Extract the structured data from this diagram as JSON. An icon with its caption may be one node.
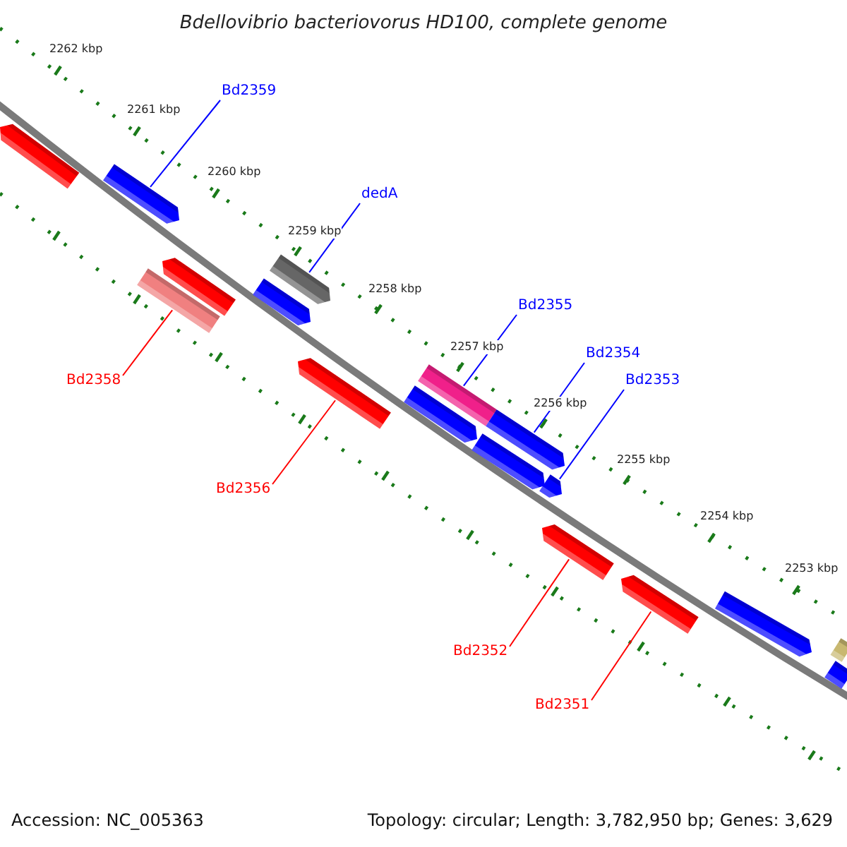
{
  "diagram": {
    "title": "Bdellovibrio bacteriovorus HD100, complete genome",
    "nodes": [
      {
        "text": [
          "Bd2359"
        ]
      },
      {
        "text": [],
        "shape": "bar"
      },
      {
        "text": [
          "dedA"
        ]
      },
      {
        "text": [],
        "shape": "bar"
      },
      {
        "text": [
          "Bd2355"
        ]
      },
      {
        "text": [],
        "shape": "bar"
      },
      {
        "text": [
          "Bd2354"
        ]
      },
      {
        "text": [],
        "shape": "bar"
      },
      {
        "text": [
          "Bd2353"
        ]
      },
      {
        "text": [],
        "shape": "bar"
      },
      {
        "text": [
          "Bd2358"
        ]
      },
      {
        "text": [],
        "shape": "bar"
      },
      {
        "text": [
          "Bd2356"
        ]
      },
      {
        "text": [],
        "shape": "bar"
      },
      {
        "text": [
          "Bd2352"
        ]
      },
      {
        "text": [],
        "shape": "bar"
      },
      {
        "text": [
          "Bd2351"
        ]
      },
      {
        "text": [],
        "shape": "bar"
      },
      {
        "text": [],
        "shape": "bar"
      },
      {
        "text": [],
        "shape": "bar"
      },
      {
        "text": [],
        "shape": "bar"
      },
      {
        "text": [],
        "shape": "bar"
      },
      {
        "text": [],
        "shape": "bar"
      },
      {
        "text": [],
        "shape": "bar"
      },
      {
        "text": [],
        "shape": "bar"
      },
      {
        "text": [],
        "shape": "bar"
      }
    ],
    "edges": [
      {
        "from": 0,
        "to": 1,
        "arrow": "none"
      },
      {
        "from": 2,
        "to": 3,
        "arrow": "none"
      },
      {
        "from": 4,
        "to": 5,
        "arrow": "none"
      },
      {
        "from": 6,
        "to": 7,
        "arrow": "none"
      },
      {
        "from": 8,
        "to": 9,
        "arrow": "none"
      },
      {
        "from": 10,
        "to": 11,
        "arrow": "none",
        "color": "#ff0000"
      },
      {
        "from": 12,
        "to": 13,
        "arrow": "none",
        "color": "#ff0000"
      },
      {
        "from": 14,
        "to": 15,
        "arrow": "none",
        "color": "#ff0000"
      },
      {
        "from": 16,
        "to": 17,
        "arrow": "none",
        "color": "#ff0000"
      }
    ],
    "labels": [
      "2262 kbp",
      "2261 kbp",
      "2260 kbp",
      "2259 kbp",
      "2258 kbp",
      "2257 kbp",
      "2256 kbp",
      "2255 kbp",
      "2254 kbp",
      "2253 kbp",
      "Accession: NC_005363",
      "Topology: circular; Length: 3,782,950 bp; Genes: 3,629"
    ]
  }
}
